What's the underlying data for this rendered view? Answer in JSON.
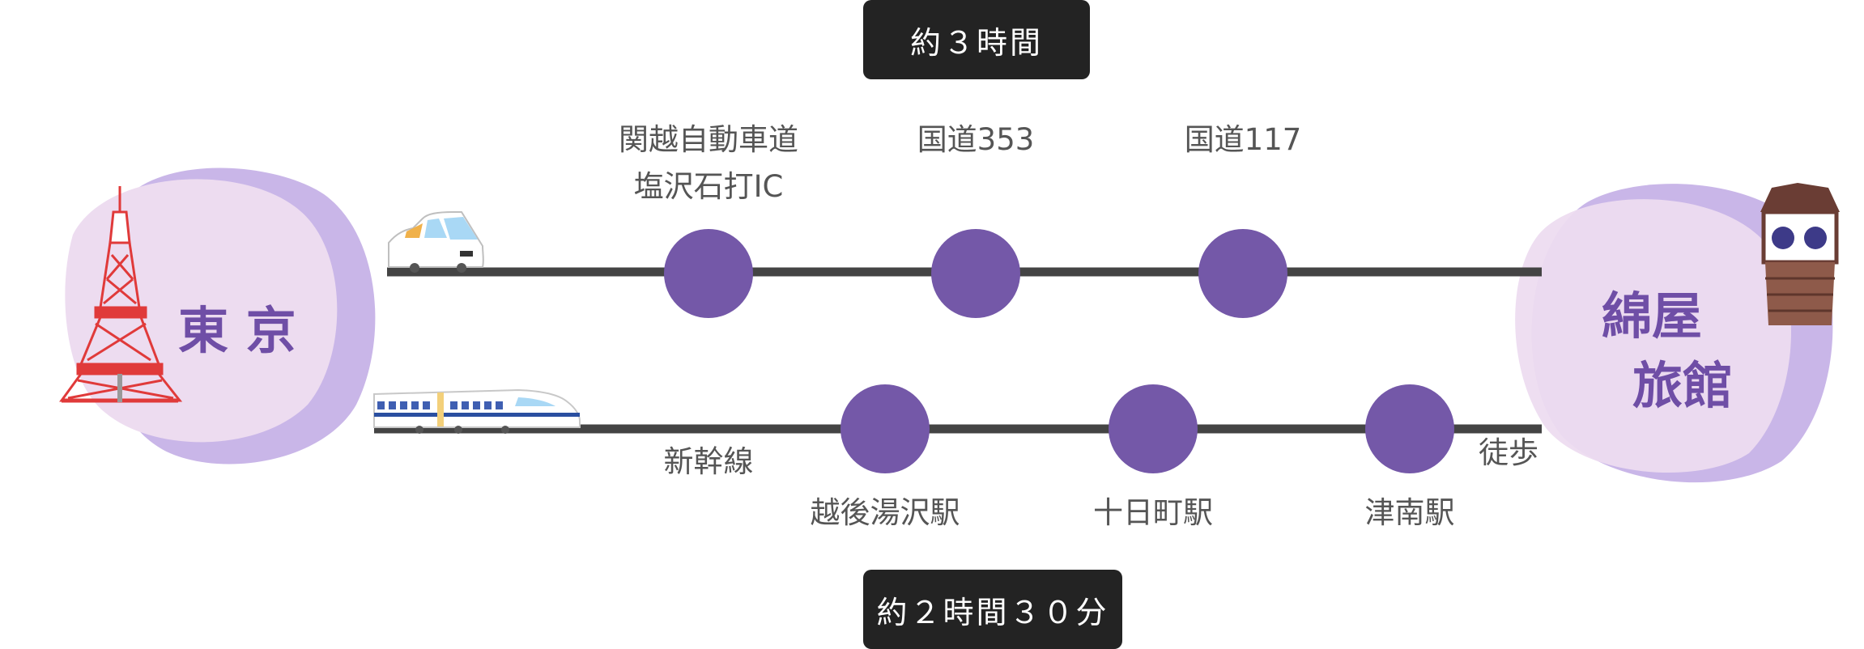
{
  "origin": {
    "label": "東 京",
    "landmark_icon": "tokyo-tower-icon"
  },
  "destination": {
    "line1": "綿屋",
    "line2": "旅館",
    "landmark_icon": "clock-tower-icon"
  },
  "car_route": {
    "vehicle_icon": "taxi-car-icon",
    "duration": "約３時間",
    "stops": [
      "関越自動車道\n塩沢石打IC",
      "国道353",
      "国道117"
    ]
  },
  "train_route": {
    "vehicle_icon": "shinkansen-train-icon",
    "line_label": "新幹線",
    "walk_label": "徒歩",
    "duration": "約２時間３０分",
    "stations": [
      "越後湯沢駅",
      "十日町駅",
      "津南駅"
    ]
  },
  "colors": {
    "node": "#7458a8",
    "track": "#444444",
    "pill_bg": "#232323",
    "blob_light": "#eddcf0",
    "blob_dark": "#c9b6e8",
    "city_text": "#6f4ea6"
  }
}
